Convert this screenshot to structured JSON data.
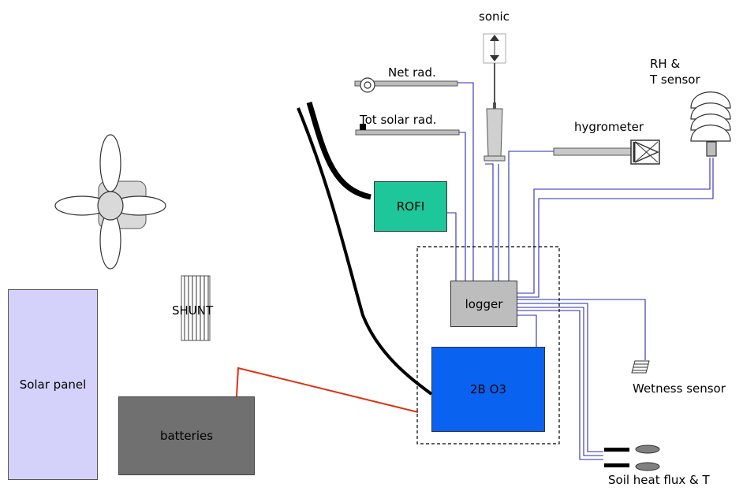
{
  "labels": {
    "sonic": "sonic",
    "net_rad": "Net rad.",
    "tot_solar_rad": "Tot solar rad.",
    "hygrometer": "hygrometer",
    "rh_t_sensor_line1": "RH &",
    "rh_t_sensor_line2": "T sensor",
    "rofi": "ROFI",
    "logger": "logger",
    "shunt": "SHUNT",
    "solar_panel": "Solar panel",
    "batteries": "batteries",
    "ozone_2b": "2B O3",
    "wetness_sensor": "Wetness sensor",
    "soil_heat_flux": "Soil heat flux & T"
  },
  "colors": {
    "signal_wire": "#2a2ab8",
    "power_wire": "#e03010",
    "tube": "#000000",
    "rofi_fill": "#1ec79a",
    "logger_fill": "#bdbdbd",
    "ozone_fill": "#0a63f0",
    "solar_fill": "#d4d2fb",
    "battery_fill": "#707070"
  }
}
